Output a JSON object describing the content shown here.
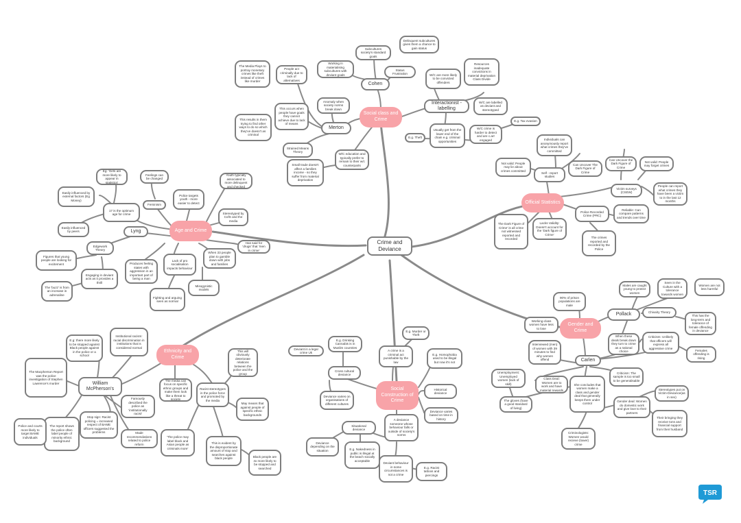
{
  "title": "Crime and Deviance",
  "topics": {
    "age": "Age and Crime",
    "social_class": "Social class and Crime",
    "official": "Official Statistics",
    "gender": "Gender and Crime",
    "social_construction": "Social Construction of Crime",
    "ethnicity": "Ethnicity and Crime"
  },
  "headings": {
    "cohen": "Cohen",
    "merton": "Merton",
    "interactionist": "Interactionist - labelling",
    "lyng": "Lyng",
    "edgework": "Edgework Theory",
    "feminism": "Feminism",
    "mcpherson": "William McPherson's",
    "pollack": "Pollack",
    "carlen": "Carlen",
    "chivalry": "Chivalry Theory",
    "self_report": "Self - report studies"
  },
  "notes": {
    "n01": "Subcultures society's standard goals",
    "n02": "Working in materialising subcultures with deviant goals",
    "n03": "Delinquent subcultures gives them a chance to gain status",
    "n04": "Status Frustration",
    "n05": "The Media Plays to portray monetary crimes like theft instead of crimes like murder",
    "n06": "People act criminally due to lack of alternatives",
    "n07": "Anomaly when society norms break down",
    "n08": "This results in them trying to find other ways to do so which they've doesn't as criminal",
    "n09": "This occurs when people have goals they cannot achieve due to lack of means",
    "n10": "Strained Means Theory",
    "n11": "Small trade doesn't affect a families income - so they suffer from material deprivation",
    "n12": "W/C education and typically prefer to remain to their w/c counterparts",
    "n13": "W/C are more likely to be convicted offenders",
    "n14": "Resources inadequate convictions in material deprivation Class Divide",
    "n15": "W/C are labelled as deviant and stereotyped",
    "n16": "Usually get from the lower end of the chain e.g. criminal opportunities",
    "n17": "W/C crime is harder to detect and are c.arr engaged",
    "n18": "E.g. Tax evasion",
    "n19": "E.g. Theft",
    "n20": "Individuals can anonymously report what crimes they've committed",
    "n21": "Not valid: People may lie about crimes committed",
    "n22": "Can Uncover The Dark Figure of Crime",
    "n23": "Can Uncover the Dark Figure of Crime",
    "n24": "Not valid: People may forget crimes",
    "n25": "Victim surveys (CSEW)",
    "n26": "People can report what crimes they have been a victim to in the last 12 months",
    "n27": "The Dark Figure of Crime' is all crime not witnessed reported and recorded",
    "n28": "Lacks Validity: Doesn't account for the 'Dark figure of Crime'",
    "n29": "Police Recorded Crime (PRC)",
    "n30": "Reliable: Can compare patterns and trends over time",
    "n31": "The crimes reported and recorded by the Police",
    "n32": "Males are caught young to protect women",
    "n33": "Seen in the Culture with a tolerance towards women",
    "n34": "Women are not less harmful",
    "n35": "90% of prison populations are male",
    "n36": "Working-class women have less to lose",
    "n37": "This has the long-term and tolerance of female offending in deviance",
    "n38": "When these deals break down they turn to crime as a rational choice",
    "n39": "Criticism: Unlikely that officers will express all aggressive crime",
    "n40": "Females offending is rising",
    "n41": "Unemployment: Unemployed women (lack of skill)",
    "n42": "Interviewed (men) of women with 39 minutes to find why women offend",
    "n43": "Class Deal: Women are to work and have material rewards",
    "n44": "She concludes that women make a class and gender deal that generally keeps them under control",
    "n45": "Criticism: The sample is too small to be generalisable",
    "n46": "The gloves (have a good standard of living)",
    "n47": "Gender deal: Women do domestic work and give love to their partners",
    "n48": "Criminologists: Women would recieve (lower) crime",
    "n49": "Stereotypes put on Victim-Deviance(as in sex)",
    "n50": "Their bringing they receive tons and financial support from their husband",
    "n51": "Eg: 'Girls are more likely to appear in statistics'",
    "n52": "Feelings can be changed",
    "n53": "Police targets youth - more easier to detect",
    "n54": "Youth typically associated to more delinquent and checked",
    "n55": "Easily influenced by external factors (Eg Money)",
    "n56": "17 is the optimum age for crime",
    "n57": "Stereotyped by CofS and the media",
    "n58": "Easily influenced by peers",
    "n59": "Figures that young people are looking for excitement",
    "n60": "Engaging in deviant acts as it provides a thrill",
    "n61": "The 'buzz' is from an increase in adrenaline",
    "n62": "Produces feeling states with aggression in an important part of being a man",
    "n63": "Lack of pro socialisation impacts behaviour",
    "n64": "Fighting and arguing seen as normal",
    "n65": "When 33 people plan to gamble down with jobs and families",
    "n66": "Misogynistic models",
    "n67": "Has said for 'drugs' that 'men in crime'",
    "n68": "Deviant in a legal crime Uk",
    "n69": "E.g. Drinking Cannabis is in Muslim countries",
    "n70": "Cross cultural deviance",
    "n71": "Deviance varies on organisations of different cultures",
    "n72": "A crime is a criminal act punishable by the law",
    "n73": "E.g. Murder or Theft",
    "n74": "E.g. Homophobia used to be illegal but now it's not",
    "n75": "Historical deviance",
    "n76": "Deviance varies based on time in history",
    "n77": "Situational deviance",
    "n78": "Deviance depending on the situation",
    "n79": "A deviance someone whose behaviour falls or outside of society's norms",
    "n80": "E.g. Nakedness in public is illegal at the beach socially acceptable",
    "n81": "Deviant behaviour in some circumstances is not a crime",
    "n82": "E.g. Racist tattoos and piercings",
    "n83": "E.g: there more likely to be stopped against Black people against in the police or a school",
    "n84": "Institutional racism: racial discrimination in institutions that is considered normal",
    "n85": "The Macpherson Report was the police investigation of Stephen Lawrence's murder",
    "n86": "Famously described the police as 'institutionally racist'",
    "n87": "Stop sign: Racist policing = increased respect of BAME officers suggested the problems",
    "n88": "The report shows the police often label people of minority ethnic background",
    "n89": "Made recommendations related to police reform",
    "n90": "Police and courts more likely to target BAME individuals",
    "n91": "The media can focus on specific ethnic groups and make them look like a threat to society",
    "n92": "This will obviously deteriorate relations between the police and the group",
    "n93": "Racist stereotypes in the police force and promoted by the media",
    "n94": "May means that against people of specific ethnic backgrounds",
    "n95": "'The police may label black and Asian people as criminals more'",
    "n96": "This is evident by the disproportionate amount of stop and searches against black people",
    "n97": "Black people are 4x more likely to be stopped and searched"
  }
}
